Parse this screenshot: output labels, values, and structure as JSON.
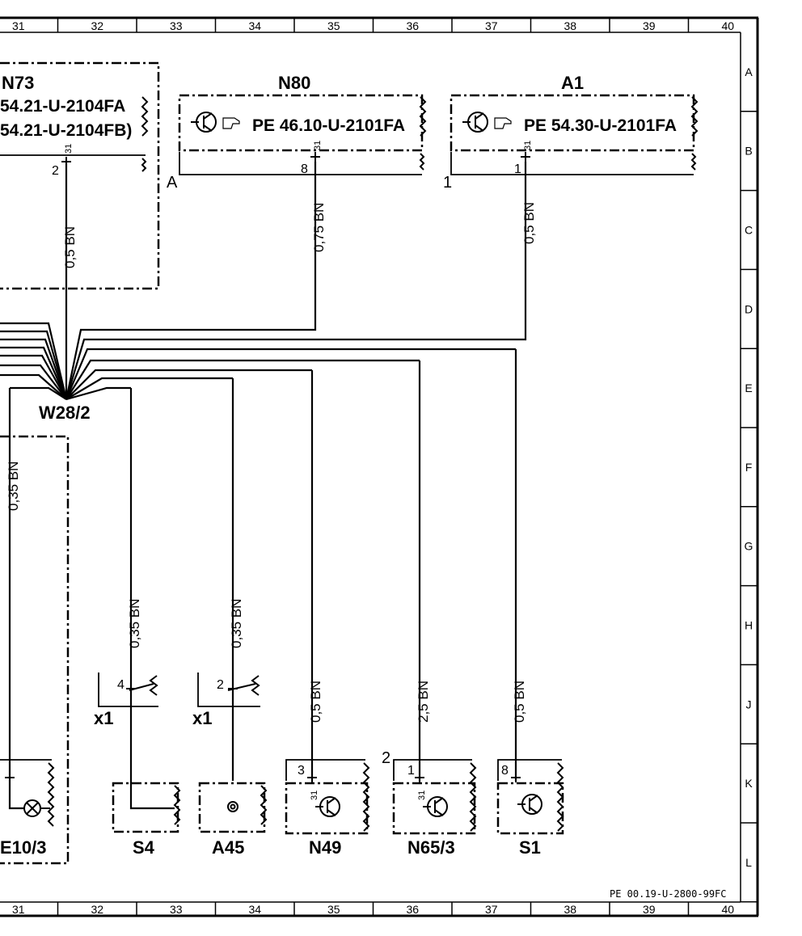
{
  "ruler": {
    "columns": [
      "31",
      "32",
      "33",
      "34",
      "35",
      "36",
      "37",
      "38",
      "39",
      "40"
    ],
    "rows": [
      "A",
      "B",
      "C",
      "D",
      "E",
      "F",
      "G",
      "H",
      "J",
      "K",
      "L"
    ]
  },
  "components": {
    "n73": {
      "name": "N73",
      "ref1": "54.21-U-2104FA",
      "ref2": "54.21-U-2104FB)",
      "pin": "2",
      "pin_top": "31"
    },
    "n80": {
      "name": "N80",
      "ref": "PE  46.10-U-2101FA",
      "pin": "8",
      "pin_top": "31",
      "side_mark": "A"
    },
    "a1": {
      "name": "A1",
      "ref": "PE  54.30-U-2101FA",
      "pin": "1",
      "pin_top": "31",
      "side_mark": "1"
    },
    "w28": {
      "name": "W28/2"
    },
    "e10": {
      "name": "E10/3"
    },
    "s4": {
      "name": "S4"
    },
    "a45": {
      "name": "A45"
    },
    "n49": {
      "name": "N49",
      "pin": "3",
      "pin_top": "31"
    },
    "n65": {
      "name": "N65/3",
      "pin": "1",
      "pin_top": "31",
      "side_mark": "2"
    },
    "s1": {
      "name": "S1",
      "pin": "8"
    },
    "x1a": {
      "name": "x1",
      "pin": "4"
    },
    "x1b": {
      "name": "x1",
      "pin": "2"
    }
  },
  "wires": {
    "n73": "0,5  BN",
    "n80": "0,75  BN",
    "a1": "0,5  BN",
    "e10": "0,35  BN",
    "s4": "0,35  BN",
    "a45": "0,35  BN",
    "n49": "0,5  BN",
    "n65": "2,5  BN",
    "s1": "0,5  BN"
  },
  "footer": {
    "code": "PE  00.19-U-2800-99FC"
  },
  "colors": {
    "line": "#000000",
    "background": "#ffffff"
  }
}
